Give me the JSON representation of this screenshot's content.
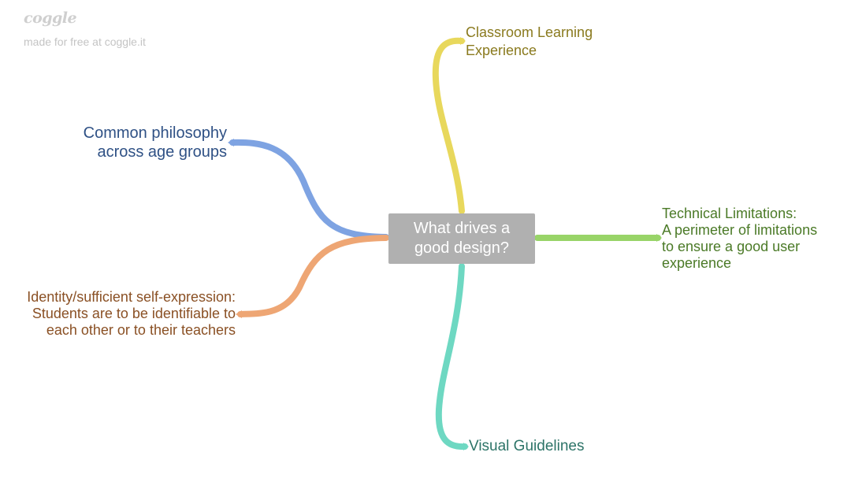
{
  "branding": {
    "logo": "coggle",
    "credit": "made for free at coggle.it"
  },
  "center": {
    "label": "What drives a\ngood design?",
    "color": "#b0b0b0"
  },
  "branches": [
    {
      "id": "classroom",
      "label": "Classroom Learning\nExperience",
      "color": "#e8d85c",
      "text_color": "#8a7a1e"
    },
    {
      "id": "common",
      "label": "Common philosophy\nacross age groups",
      "color": "#7ea3e2",
      "text_color": "#2f5185"
    },
    {
      "id": "technical",
      "label": "Technical Limitations:\nA perimeter of limitations\nto ensure a good user\nexperience",
      "color": "#98d468",
      "text_color": "#4b7a27"
    },
    {
      "id": "identity",
      "label": "Identity/sufficient self-expression:\nStudents are to be identifiable to\neach other or to their teachers",
      "color": "#eea674",
      "text_color": "#8a5024"
    },
    {
      "id": "visual",
      "label": "Visual Guidelines",
      "color": "#6ed8c2",
      "text_color": "#2d7468"
    }
  ]
}
